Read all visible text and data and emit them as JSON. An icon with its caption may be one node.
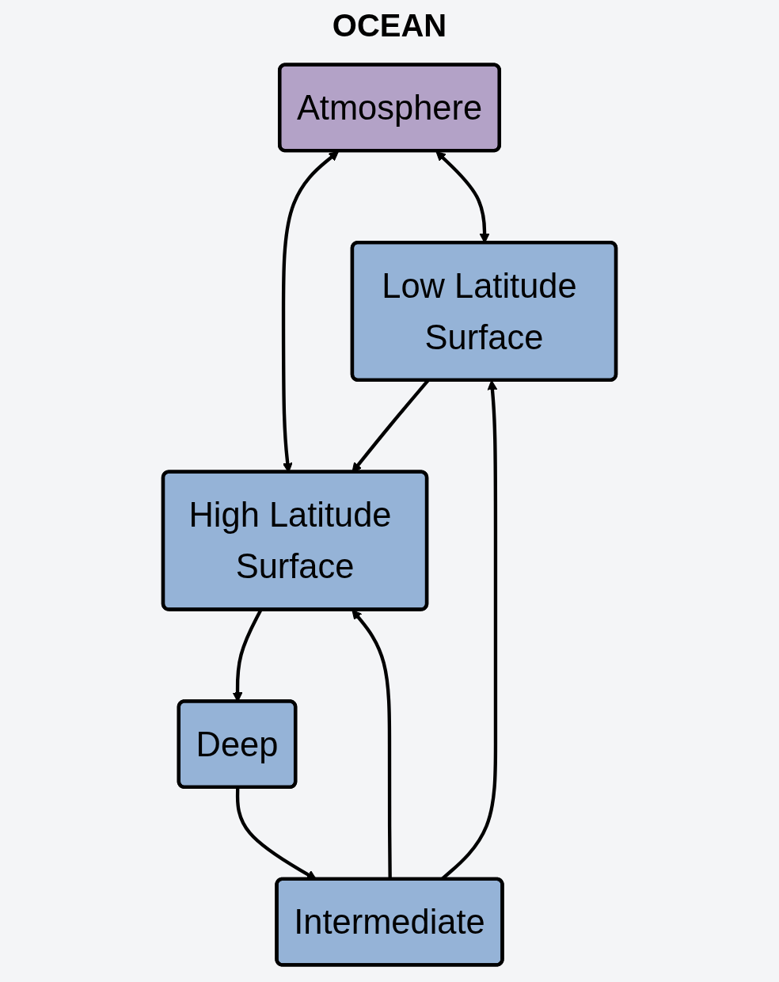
{
  "diagram": {
    "nodes": [
      {
        "text": [
          "Atmosphere"
        ]
      },
      {
        "text": [
          "Low Latitude Surface"
        ]
      },
      {
        "text": [
          "High Latitude Surface"
        ]
      },
      {
        "text": [
          "Intermediate"
        ]
      },
      {
        "text": [
          "Deep"
        ]
      }
    ],
    "edges": [
      {
        "from": 0,
        "to": 1,
        "arrow": "both"
      },
      {
        "from": 0,
        "to": 2,
        "arrow": "both"
      },
      {
        "from": 1,
        "to": 2,
        "arrow": "to"
      },
      {
        "from": 3,
        "to": 2,
        "arrow": "to"
      },
      {
        "from": 3,
        "to": 1,
        "arrow": "to"
      },
      {
        "from": 2,
        "to": 4,
        "arrow": "to"
      },
      {
        "from": 4,
        "to": 3,
        "arrow": "to"
      }
    ],
    "labels": [
      "OCEAN"
    ]
  }
}
